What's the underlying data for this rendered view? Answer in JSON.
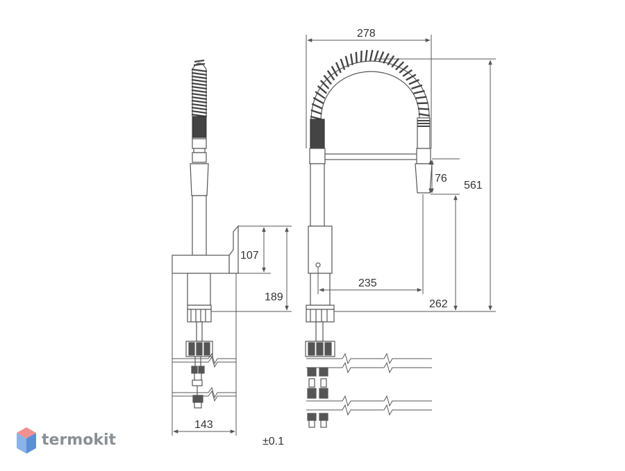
{
  "dimensions": {
    "width_top": "278",
    "height_total": "561",
    "sprayer_height": "76",
    "spout_height": "262",
    "spout_reach": "235",
    "handle_height": "107",
    "body_height": "189",
    "base_width": "143",
    "tolerance": "±0.1"
  },
  "brand": {
    "name": "termokit",
    "colors": {
      "top": "#f0908f",
      "left": "#8ab4e8",
      "right": "#5a8fd6",
      "text": "#8a8f96"
    }
  },
  "colors": {
    "line": "#555555",
    "dark": "#333333",
    "spring": "#4a4a4a"
  }
}
